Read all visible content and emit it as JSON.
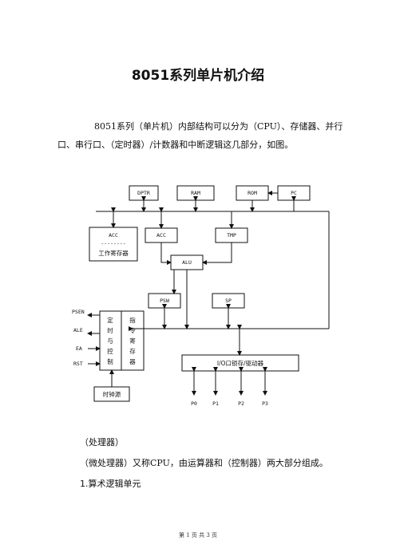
{
  "title": "8051系列单片机介绍",
  "intro": "8051系列（单片机）内部结构可以分为（CPU）、存储器、并行口、串行口、（定时器）/计数器和中断逻辑这几部分，如图。",
  "diagram": {
    "dptr": "DPTR",
    "ram": "RAM",
    "rom": "ROM",
    "pc": "PC",
    "acc_work": "ACC",
    "acc_work_dashes": "--------",
    "acc_work_sub": "工作寄存器",
    "acc": "ACC",
    "tmp": "TMP",
    "alu": "ALU",
    "psw": "PSW",
    "sp": "SP",
    "signal_psen": "PSEN",
    "signal_ale": "ALE",
    "signal_ea": "EA",
    "signal_rst": "RST",
    "timing_control": [
      "定",
      "时",
      "与",
      "控",
      "制"
    ],
    "instr_register": [
      "指",
      "令",
      "寄",
      "存",
      "器"
    ],
    "io_latch": "I/O口锁存/驱动器",
    "clock": "时钟源",
    "ports": [
      "P0",
      "P1",
      "P2",
      "P3"
    ]
  },
  "section1": "（处理器）",
  "section2": "（微处理器）又称CPU，由运算器和（控制器）两大部分组成。",
  "section3": "1.算术逻辑单元",
  "footer": "第 1 页 共 3 页"
}
